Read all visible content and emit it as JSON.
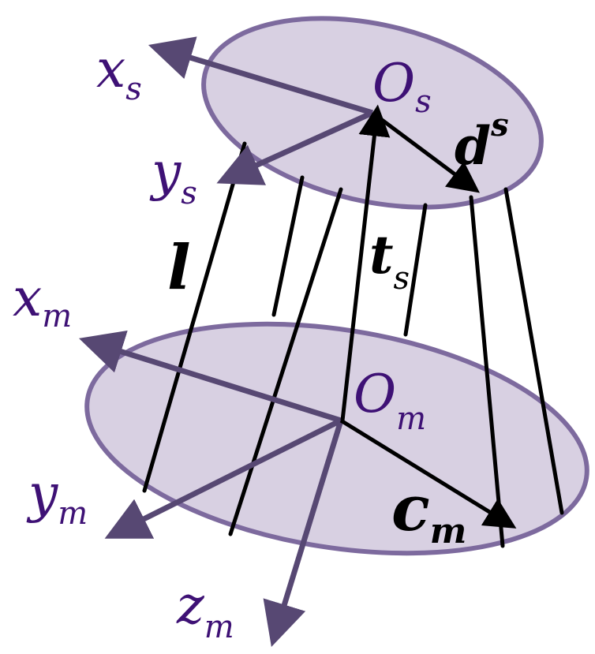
{
  "colors": {
    "ellipse_fill": "#d8d0e2",
    "ellipse_stroke": "#7d6a9e",
    "axis_arrow": "#574873",
    "label_purple": "#3e1175",
    "black": "#000000"
  },
  "labels": {
    "xs": {
      "main": "x",
      "sub": "s"
    },
    "ys": {
      "main": "y",
      "sub": "s"
    },
    "Os": {
      "main": "O",
      "sub": "s"
    },
    "ds": {
      "main": "d",
      "sup": "s"
    },
    "l": {
      "main": "l"
    },
    "ts": {
      "main": "t",
      "sub": "s"
    },
    "xm": {
      "main": "x",
      "sub": "m"
    },
    "ym": {
      "main": "y",
      "sub": "m"
    },
    "zm": {
      "main": "z",
      "sub": "m"
    },
    "Om": {
      "main": "O",
      "sub": "m"
    },
    "cm": {
      "main": "c",
      "sub": "m"
    }
  }
}
